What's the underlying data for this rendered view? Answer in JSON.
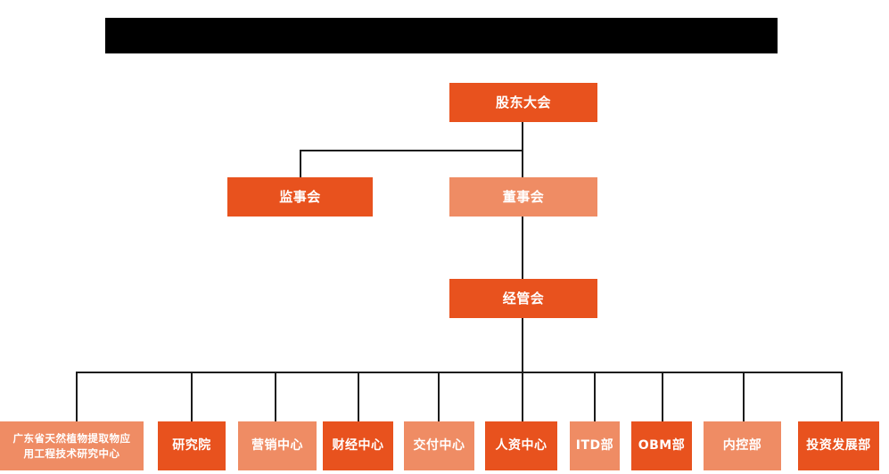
{
  "banner": {
    "text": "",
    "bg_color": "#000000"
  },
  "colors": {
    "dark_orange": "#E8521E",
    "light_orange": "#EF8C64",
    "connector": "#1B1B1B",
    "background": "#FFFFFF"
  },
  "chart_data": {
    "type": "org-chart",
    "title": "",
    "levels": [
      {
        "level": 1,
        "nodes": [
          {
            "id": "shareholders",
            "label": "股东大会",
            "tone": "dark"
          }
        ]
      },
      {
        "level": 2,
        "nodes": [
          {
            "id": "supervisors",
            "label": "监事会",
            "tone": "dark"
          },
          {
            "id": "directors",
            "label": "董事会",
            "tone": "light"
          }
        ]
      },
      {
        "level": 3,
        "nodes": [
          {
            "id": "management",
            "label": "经管会",
            "tone": "dark"
          }
        ]
      },
      {
        "level": 4,
        "nodes": [
          {
            "id": "research-center",
            "label": "广东省天然植物提取物应用工程技术研究中心",
            "line1": "广东省天然植物提取物应",
            "line2": "用工程技术研究中心",
            "tone": "light"
          },
          {
            "id": "research-institute",
            "label": "研究院",
            "tone": "dark"
          },
          {
            "id": "marketing-center",
            "label": "营销中心",
            "tone": "light"
          },
          {
            "id": "finance-center",
            "label": "财经中心",
            "tone": "dark"
          },
          {
            "id": "delivery-center",
            "label": "交付中心",
            "tone": "light"
          },
          {
            "id": "hr-center",
            "label": "人资中心",
            "tone": "dark"
          },
          {
            "id": "itd-dept",
            "label": "ITD部",
            "tone": "light"
          },
          {
            "id": "obm-dept",
            "label": "OBM部",
            "tone": "dark"
          },
          {
            "id": "internal-control-dept",
            "label": "内控部",
            "tone": "light"
          },
          {
            "id": "investment-dev-dept",
            "label": "投资发展部",
            "tone": "dark"
          }
        ]
      }
    ],
    "edges": [
      {
        "from": "shareholders",
        "to": "supervisors"
      },
      {
        "from": "shareholders",
        "to": "directors"
      },
      {
        "from": "directors",
        "to": "management"
      },
      {
        "from": "management",
        "to": "research-center"
      },
      {
        "from": "management",
        "to": "research-institute"
      },
      {
        "from": "management",
        "to": "marketing-center"
      },
      {
        "from": "management",
        "to": "finance-center"
      },
      {
        "from": "management",
        "to": "delivery-center"
      },
      {
        "from": "management",
        "to": "hr-center"
      },
      {
        "from": "management",
        "to": "itd-dept"
      },
      {
        "from": "management",
        "to": "obm-dept"
      },
      {
        "from": "management",
        "to": "internal-control-dept"
      },
      {
        "from": "management",
        "to": "investment-dev-dept"
      }
    ]
  }
}
